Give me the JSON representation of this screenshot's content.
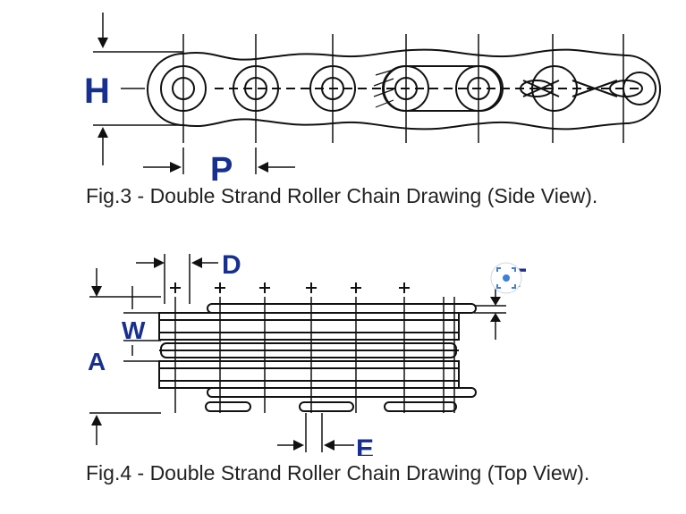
{
  "fig3": {
    "caption": "Fig.3 - Double Strand Roller Chain Drawing (Side View).",
    "labels": {
      "height": "H",
      "pitch": "P"
    }
  },
  "fig4": {
    "caption": "Fig.4 - Double Strand Roller Chain Drawing (Top View).",
    "labels": {
      "pin_overhang": "D",
      "width": "W",
      "transverse_pitch": "A",
      "link_spacing": "E",
      "plate_thickness": "T"
    }
  },
  "colors": {
    "label": "#17308f",
    "line": "#111111",
    "badge_ring": "#3f7fd6"
  },
  "icons": {
    "badge": "image-scan-icon"
  }
}
